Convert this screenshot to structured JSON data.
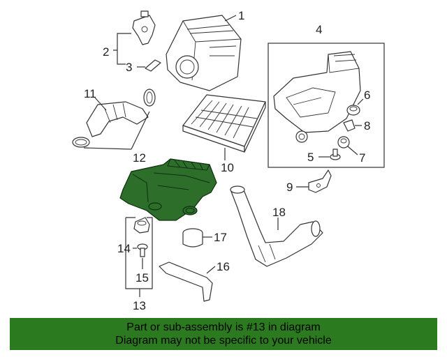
{
  "callouts": {
    "c1": "1",
    "c2": "2",
    "c3": "3",
    "c4": "4",
    "c5": "5",
    "c6": "6",
    "c7": "7",
    "c8": "8",
    "c9": "9",
    "c10": "10",
    "c11": "11",
    "c12": "12",
    "c13": "13",
    "c14": "14",
    "c15": "15",
    "c16": "16",
    "c17": "17",
    "c18": "18"
  },
  "footer": {
    "line1": "Part or sub-assembly is #13 in diagram",
    "line2": "Diagram may not be specific to your vehicle"
  },
  "colors": {
    "highlight": "#2c6e2a",
    "banner": "#2c7a1f"
  }
}
